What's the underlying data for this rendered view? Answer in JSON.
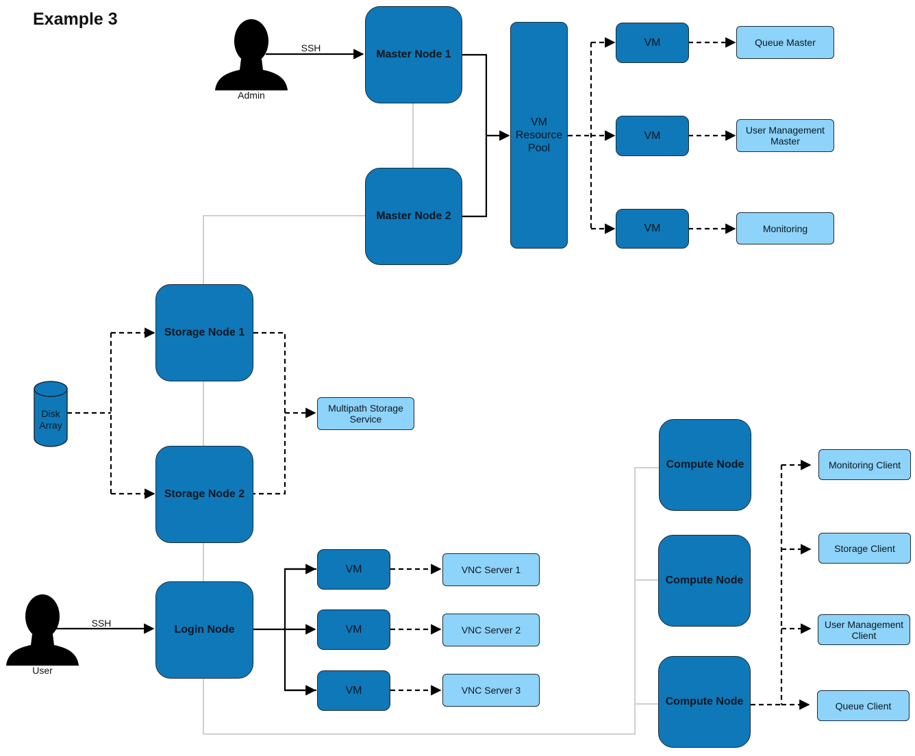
{
  "title": "Example 3",
  "actors": {
    "admin": "Admin",
    "user": "User"
  },
  "edge_labels": {
    "ssh_admin": "SSH",
    "ssh_user": "SSH"
  },
  "nodes": {
    "master1": "Master Node 1",
    "master2": "Master Node 2",
    "pool": [
      "VM",
      "Resource",
      "Pool"
    ],
    "vm_top": [
      "VM",
      "VM",
      "VM"
    ],
    "services_top": [
      "Queue Master",
      [
        "User Management",
        "Master"
      ],
      "Monitoring"
    ],
    "storage1": "Storage Node 1",
    "storage2": "Storage Node 2",
    "disk": [
      "Disk",
      "Array"
    ],
    "multipath": [
      "Multipath Storage",
      "Service"
    ],
    "login": "Login Node",
    "vm_login": [
      "VM",
      "VM",
      "VM"
    ],
    "vnc": [
      "VNC Server 1",
      "VNC Server 2",
      "VNC Server 3"
    ],
    "compute": [
      "Compute Node",
      "Compute Node",
      "Compute Node"
    ],
    "clients": [
      "Monitoring Client",
      "Storage Client",
      [
        "User Management",
        "Client"
      ],
      "Queue Client"
    ]
  },
  "colors": {
    "node": "#0f78b8",
    "service": "#8ed3f9",
    "grey_link": "#cfcfcf",
    "edge": "#000000"
  }
}
